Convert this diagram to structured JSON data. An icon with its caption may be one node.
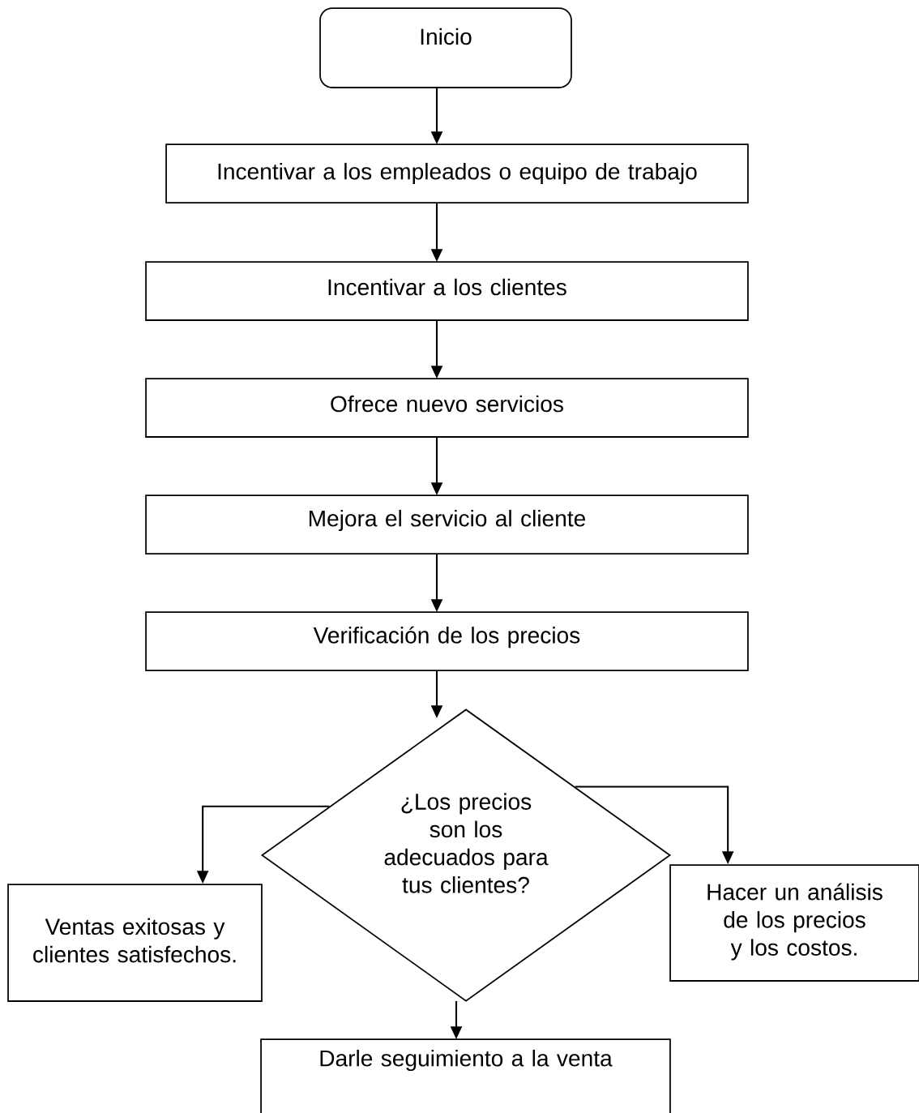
{
  "diagram": {
    "nodes": [
      {
        "text": [
          "Inicio"
        ]
      },
      {
        "text": [
          "Incentivar a los empleados o equipo de trabajo"
        ]
      },
      {
        "text": [
          "Incentivar a los clientes"
        ]
      },
      {
        "text": [
          "Ofrece nuevo servicios"
        ]
      },
      {
        "text": [
          "Mejora el servicio al cliente"
        ]
      },
      {
        "text": [
          "Verificación de los precios"
        ]
      },
      {
        "text": [
          "¿Los precios son los adecuados para tus clientes?"
        ]
      },
      {
        "text": [
          "Ventas exitosas y clientes satisfechos."
        ]
      },
      {
        "text": [
          "Hacer un análisis de los precios y los costos."
        ]
      },
      {
        "text": [
          "Darle seguimiento a la venta"
        ]
      }
    ],
    "edges": [
      {
        "from": 0,
        "to": 1,
        "arrow": "to"
      },
      {
        "from": 1,
        "to": 2,
        "arrow": "to"
      },
      {
        "from": 2,
        "to": 3,
        "arrow": "to"
      },
      {
        "from": 3,
        "to": 4,
        "arrow": "to"
      },
      {
        "from": 4,
        "to": 5,
        "arrow": "to"
      },
      {
        "from": 5,
        "to": 6,
        "arrow": "to"
      },
      {
        "from": 6,
        "to": 7,
        "arrow": "to"
      },
      {
        "from": 6,
        "to": 8,
        "arrow": "to"
      },
      {
        "from": 6,
        "to": 9,
        "arrow": "to"
      }
    ]
  }
}
